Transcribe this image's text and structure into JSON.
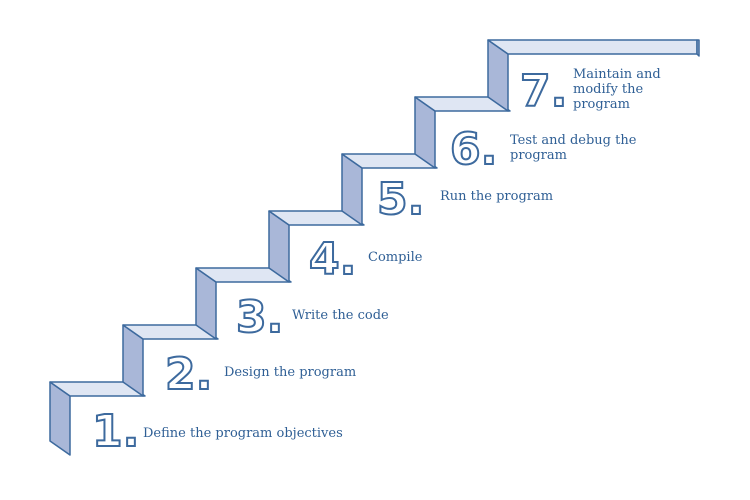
{
  "steps": [
    {
      "number": "1.",
      "label": "Define the program objectives"
    },
    {
      "number": "2.",
      "label": "Design the program"
    },
    {
      "number": "3.",
      "label": "Write the code"
    },
    {
      "number": "4.",
      "label": "Compile"
    },
    {
      "number": "5.",
      "label": "Run the program"
    },
    {
      "number": "6.",
      "label": "Test and debug the program"
    },
    {
      "number": "7.",
      "label": "Maintain and modify the program"
    }
  ],
  "colors": {
    "tread": "#dfe6f3",
    "riser": "#a9b7d8",
    "outline": "#3d6a9e",
    "text": "#2f5f95"
  }
}
